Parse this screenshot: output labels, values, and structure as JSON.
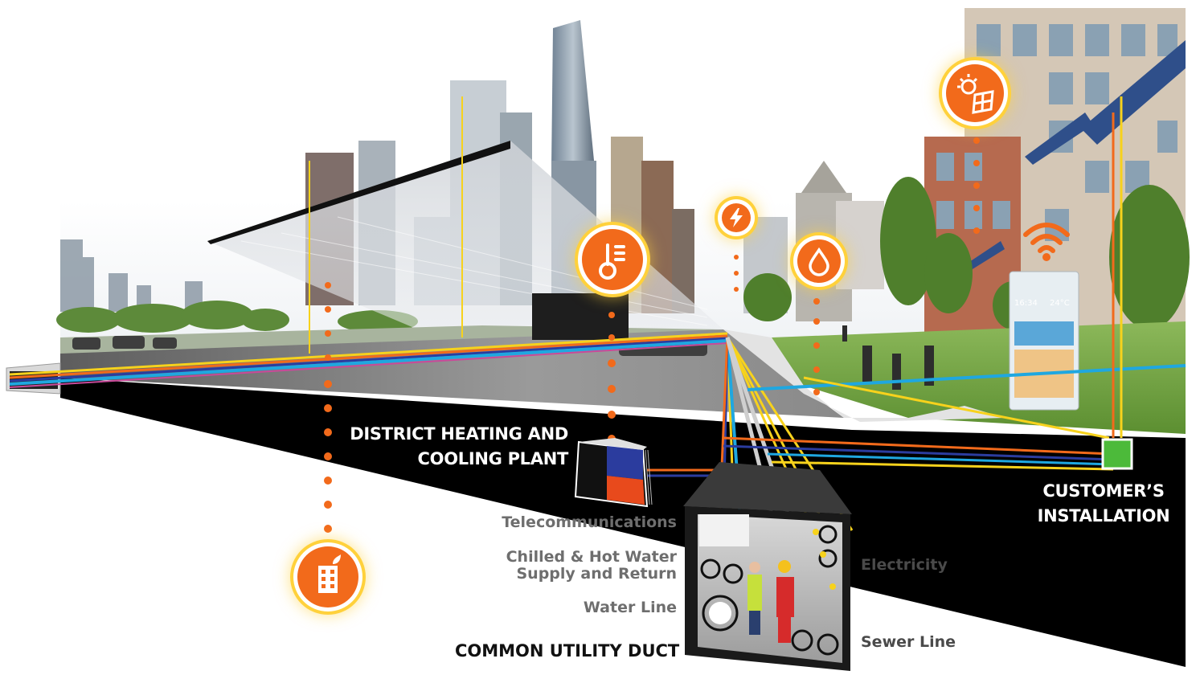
{
  "labels": {
    "plant": [
      "DISTRICT HEATING AND",
      "COOLING PLANT"
    ],
    "customer": [
      "CUSTOMER’S",
      "INSTALLATION"
    ],
    "telecom": "Telecommunications",
    "chilled_hot": [
      "Chilled & Hot Water",
      "Supply and Return"
    ],
    "water_line": "Water Line",
    "duct": "COMMON UTILITY  DUCT",
    "electricity": "Electricity",
    "sewer": "Sewer Line"
  },
  "display": {
    "time": "16:34",
    "temp": "24°C"
  },
  "icons": [
    "thermometer-icon",
    "lightning-icon",
    "water-drop-icon",
    "solar-panel-icon",
    "wifi-icon",
    "green-building-icon"
  ],
  "colors": {
    "orange": "#f26a1b",
    "electricity": "#f7d21c",
    "water": "#1fa7e0",
    "chilled": "#2b3c9e",
    "hot": "#e84a1c",
    "telecom": "#f4a01c",
    "customer": "#4cba3a"
  }
}
